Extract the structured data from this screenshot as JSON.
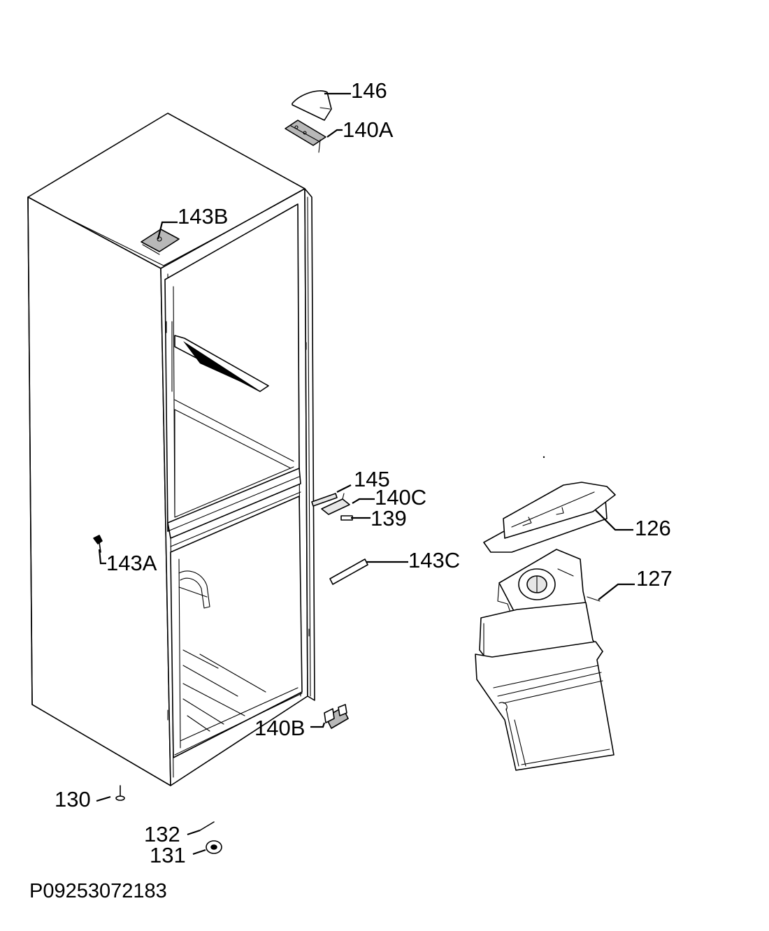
{
  "labels": {
    "p146": "146",
    "p140a": "140A",
    "p143b": "143B",
    "p145": "145",
    "p140c": "140C",
    "p139": "139",
    "p126": "126",
    "p127": "127",
    "p143a": "143A",
    "p143c": "143C",
    "p140b": "140B",
    "p130": "130",
    "p132": "132",
    "p131": "131"
  },
  "document_id": "P09253072183"
}
